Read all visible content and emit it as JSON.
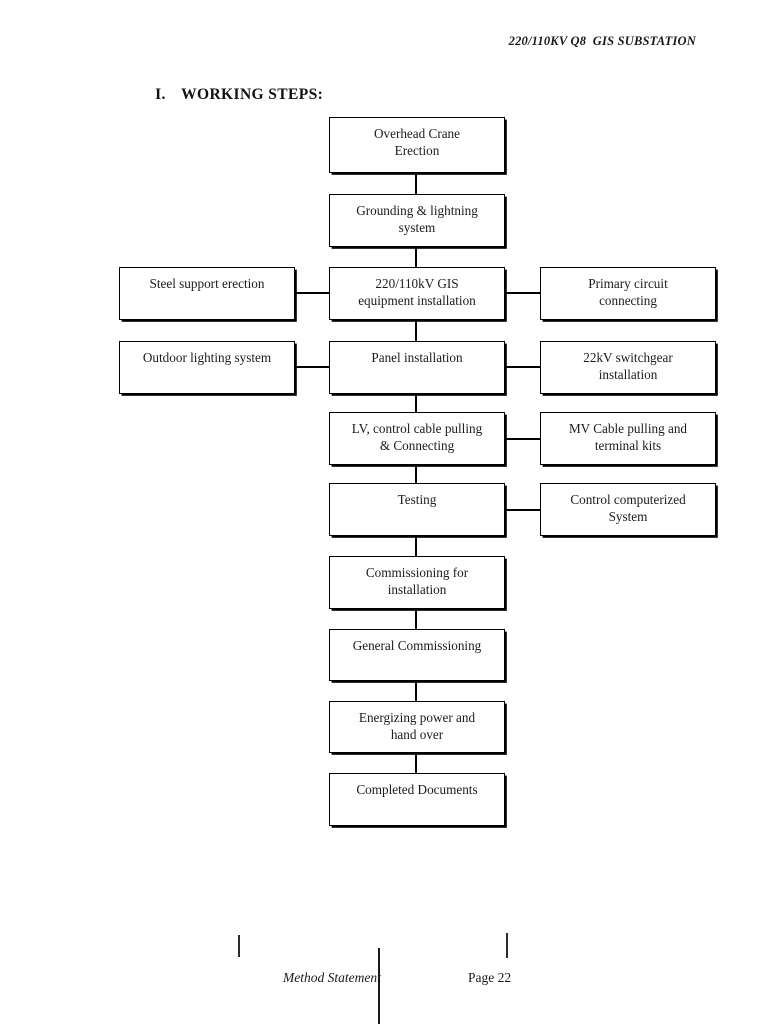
{
  "header": {
    "running_title": "220/110KV Q8  GIS SUBSTATION"
  },
  "section": {
    "numeral": "I.",
    "title": "WORKING STEPS:"
  },
  "flowchart": {
    "type": "flow-diagram",
    "orientation": "top-to-bottom",
    "main_steps": [
      {
        "id": "overhead-crane-erection",
        "label": "Overhead Crane\nErection"
      },
      {
        "id": "grounding-lightning-system",
        "label": "Grounding & lightning\nsystem"
      },
      {
        "id": "gis-equipment-installation",
        "label": "220/110kV GIS\nequipment installation"
      },
      {
        "id": "panel-installation",
        "label": "Panel installation"
      },
      {
        "id": "lv-control-cable-pulling",
        "label": "LV, control cable pulling\n& Connecting"
      },
      {
        "id": "testing",
        "label": "Testing"
      },
      {
        "id": "commissioning-for-installation",
        "label": "Commissioning for\ninstallation"
      },
      {
        "id": "general-commissioning",
        "label": "General Commissioning"
      },
      {
        "id": "energizing-power-hand-over",
        "label": "Energizing power and\nhand over"
      },
      {
        "id": "completed-documents",
        "label": "Completed Documents"
      }
    ],
    "left_branches": [
      {
        "id": "steel-support-erection",
        "label": "Steel support erection",
        "connects_to": "gis-equipment-installation"
      },
      {
        "id": "outdoor-lighting-system",
        "label": "Outdoor lighting system",
        "connects_to": "panel-installation"
      }
    ],
    "right_branches": [
      {
        "id": "primary-circuit-connecting",
        "label": "Primary circuit\nconnecting",
        "connects_to": "gis-equipment-installation"
      },
      {
        "id": "switchgear-22kv-installation",
        "label": "22kV switchgear\ninstallation",
        "connects_to": "panel-installation"
      },
      {
        "id": "mv-cable-pulling-terminal-kits",
        "label": "MV Cable pulling and\nterminal kits",
        "connects_to": "lv-control-cable-pulling"
      },
      {
        "id": "control-computerized-system",
        "label": "Control computerized\nSystem",
        "connects_to": "testing"
      }
    ]
  },
  "footer": {
    "document_name": "Method Statement",
    "page_label": "Page 22"
  },
  "colors": {
    "text": "#1a1a1a",
    "box_border": "#000000",
    "page_background": "#ffffff"
  }
}
